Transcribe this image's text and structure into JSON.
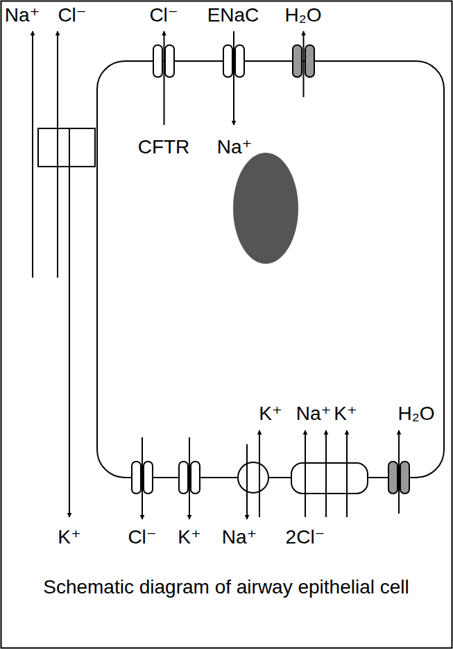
{
  "diagram": {
    "caption": "Schematic diagram of airway epithelial cell",
    "labels": [
      "Na⁺",
      "Cl⁻",
      "Cl⁻",
      "ENaC",
      "H₂O",
      "CFTR",
      "Na⁺",
      "K⁺",
      "Na⁺",
      "K⁺",
      "H₂O",
      "K⁺",
      "Cl⁻",
      "K⁺",
      "Na⁺",
      "2Cl⁻"
    ]
  }
}
